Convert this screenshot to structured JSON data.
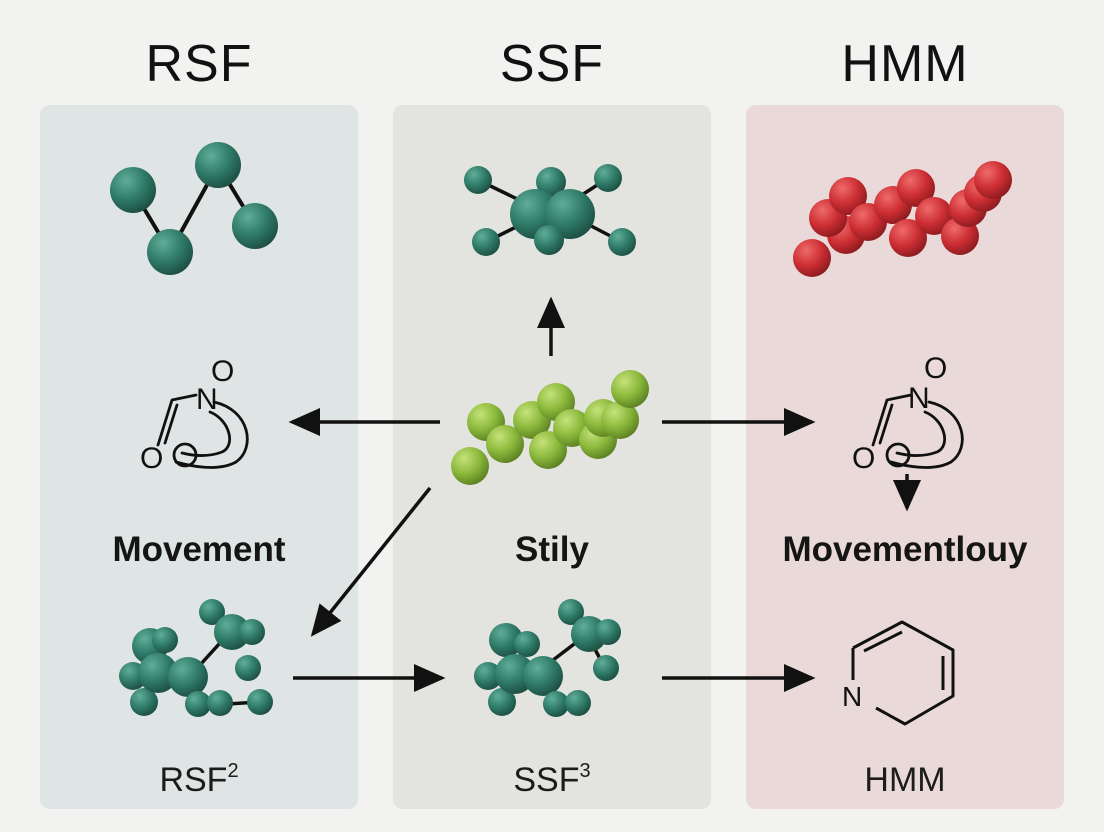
{
  "columns": [
    {
      "title": "RSF",
      "mid_label": "Movement",
      "bottom_label": "RSF",
      "bottom_sup": "2",
      "color": "#dfe5e4"
    },
    {
      "title": "SSF",
      "mid_label": "Stily",
      "bottom_label": "SSF",
      "bottom_sup": "3",
      "color": "#e3e4df"
    },
    {
      "title": "HMM",
      "mid_label": "Movementlouy",
      "bottom_label": "HMM",
      "bottom_sup": "",
      "color": "#ead9d9"
    }
  ],
  "molecule_labels": {
    "oxygen_top": "O",
    "nitrogen": "N",
    "oxygen_bottom": "O",
    "pyridine_nitrogen": "N"
  },
  "colors": {
    "teal_atom": "#2f7a68",
    "red_atom": "#cc2e33",
    "green_atom": "#8ab83a",
    "arrow": "#111111"
  }
}
